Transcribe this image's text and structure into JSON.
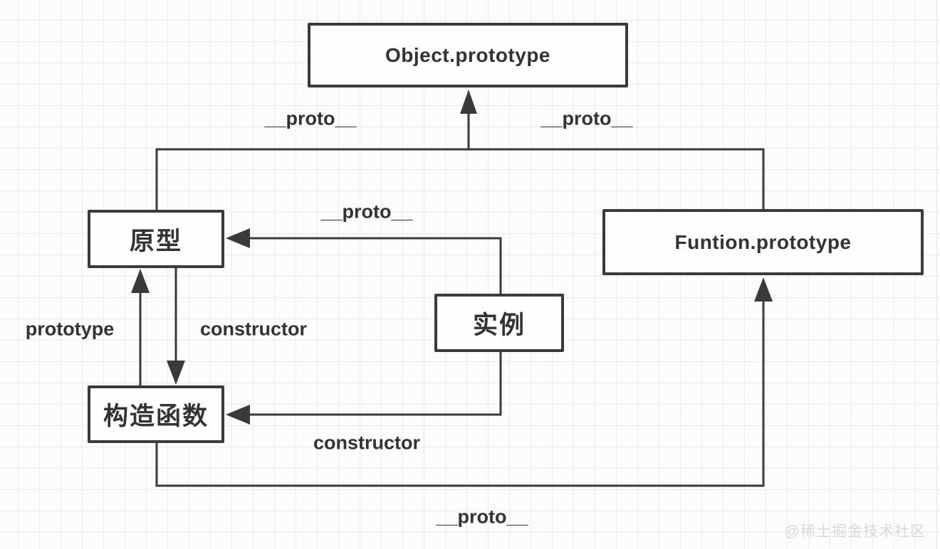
{
  "diagram": {
    "title_hint": "JavaScript prototype chain relationship diagram",
    "nodes": {
      "object_prototype": {
        "label": "Object.prototype"
      },
      "prototype_cn": {
        "label": "原型"
      },
      "instance_cn": {
        "label": "实例"
      },
      "constructor_cn": {
        "label": "构造函数"
      },
      "function_prototype": {
        "label": "Funtion.prototype"
      }
    },
    "edge_labels": {
      "proto_top_left": "__proto__",
      "proto_top_right": "__proto__",
      "proto_mid": "__proto__",
      "prototype_left": "prototype",
      "constructor_mid": "constructor",
      "constructor_bottom": "constructor",
      "proto_bottom": "__proto__"
    },
    "watermark": "@稀土掘金技术社区",
    "colors": {
      "line": "#3a3a3a",
      "text": "#333333",
      "node_background": "#fefefe",
      "grid_line": "#ececec",
      "canvas_background": "#fcfcfc",
      "watermark": "#d9d9d9"
    }
  }
}
